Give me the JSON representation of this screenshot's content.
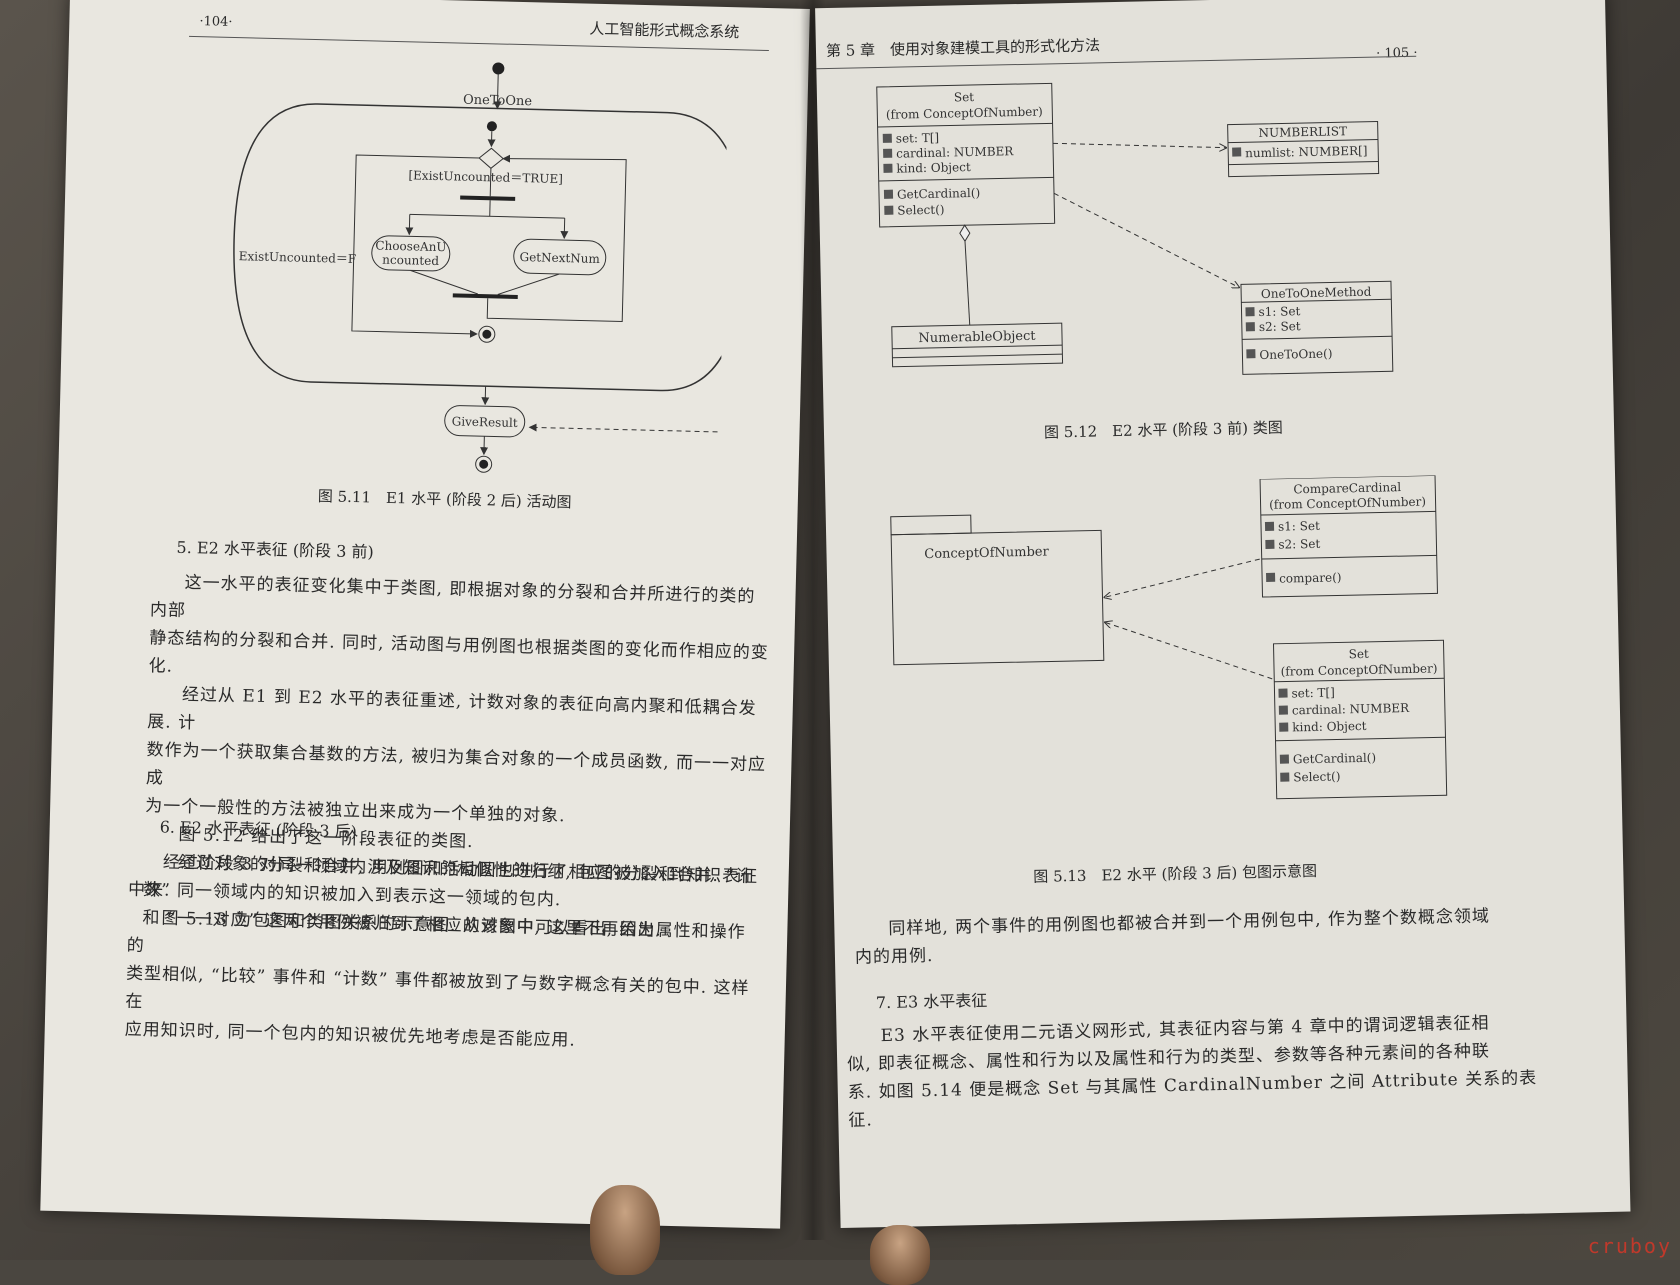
{
  "left": {
    "page_number": "·104·",
    "running_head": "人工智能形式概念系统",
    "activity": {
      "super_state": "OneToOne",
      "guard_true": "[ExistUncounted＝TRUE]",
      "guard_false": "ExistUncounted＝F",
      "action_1a": "ChooseAnU",
      "action_1b": "ncounted",
      "action_2": "GetNextNum",
      "result": "GiveResult"
    },
    "caption_511": "图 5.11　E1 水平 (阶段 2 后) 活动图",
    "section_5_heading": "5. E2 水平表征 (阶段 3 前)",
    "para_1": [
      "这一水平的表征变化集中于类图, 即根据对象的分裂和合并所进行的类的内部",
      "静态结构的分裂和合并. 同时, 活动图与用例图也根据类图的变化而作相应的变化.",
      "经过从 E1 到 E2 水平的表征重述, 计数对象的表征向高内聚和低耦合发展. 计",
      "数作为一个获取集合基数的方法, 被归为集合对象的一个成员函数, 而一一对应成",
      "为一个一般性的方法被独立出来成为一个单独的对象.",
      "图 5.12 给出了这一阶段表征的类图.",
      "经过对象的分裂和合并, 用例图和活动图也进行了相应的分裂和合并. “计数”",
      "和 “一一对应” 这两个用例被归到了相应的对象中, 这里不再给出."
    ],
    "section_6_heading": "6. E2 水平表征 (阶段 3 后)",
    "para_2": [
      "经过阶段 3 对同一领域内涉及知识的相似性的归纳, 包图被加入到知识表征",
      "中来. 同一领域内的知识被加入到表示这一领域的包内.",
      "图 5.13 为包图和类图关系的示意图. 从该图中可以看出, 因为属性和操作的",
      "类型相似, “比较” 事件和 “计数” 事件都被放到了与数字概念有关的包中. 这样在",
      "应用知识时, 同一个包内的知识被优先地考虑是否能应用."
    ]
  },
  "right": {
    "chapter_head": "第 5 章　使用对象建模工具的形式化方法",
    "page_number": "· 105 ·",
    "fig512": {
      "set_title": "Set",
      "set_from": "(from ConceptOfNumber)",
      "set_attrs": [
        "set: T[]",
        "cardinal: NUMBER",
        "kind: Object"
      ],
      "set_ops": [
        "GetCardinal()",
        "Select()"
      ],
      "numlist_title": "NUMBERLIST",
      "numlist_attr": "numlist: NUMBER[]",
      "method_title": "OneToOneMethod",
      "method_attrs": [
        "s1: Set",
        "s2: Set"
      ],
      "method_ops": [
        "OneToOne()"
      ],
      "numerable_title": "NumerableObject",
      "caption": "图 5.12　E2 水平 (阶段 3 前) 类图"
    },
    "fig513": {
      "package": "ConceptOfNumber",
      "compare_title": "CompareCardinal",
      "compare_from": "(from ConceptOfNumber)",
      "compare_attrs": [
        "s1: Set",
        "s2: Set"
      ],
      "compare_ops": [
        "compare()"
      ],
      "set_title": "Set",
      "set_from": "(from ConceptOfNumber)",
      "set_attrs": [
        "set: T[]",
        "cardinal: NUMBER",
        "kind: Object"
      ],
      "set_ops": [
        "GetCardinal()",
        "Select()"
      ],
      "caption": "图 5.13　E2 水平 (阶段 3 后) 包图示意图"
    },
    "para_3": [
      "同样地, 两个事件的用例图也都被合并到一个用例包中, 作为整个数概念领域",
      "内的用例."
    ],
    "section_7_heading": "7. E3 水平表征",
    "para_4": [
      "E3 水平表征使用二元语义网形式, 其表征内容与第 4 章中的谓词逻辑表征相",
      "似, 即表征概念、属性和行为以及属性和行为的类型、参数等各种元素间的各种联",
      "系. 如图 5.14 便是概念 Set 与其属性 CardinalNumber 之间 Attribute 关系的表征."
    ]
  },
  "watermark": "cruboy"
}
